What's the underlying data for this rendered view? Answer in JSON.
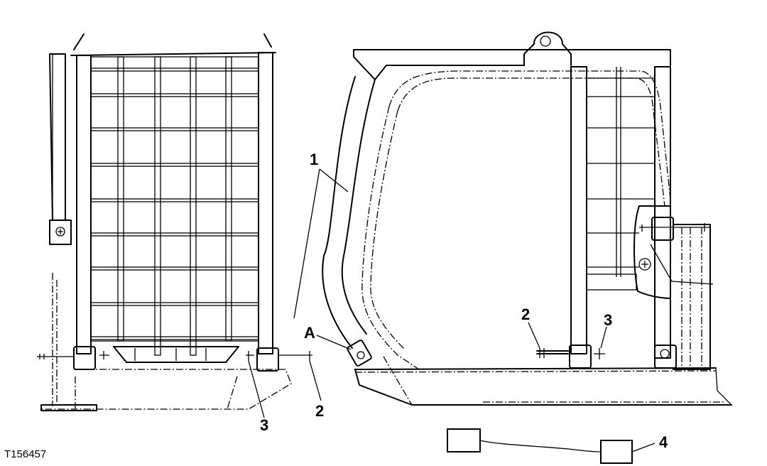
{
  "callouts": {
    "frame": "1",
    "pin": "2",
    "clip": "3",
    "bolt_point": "A",
    "component": "4"
  },
  "figure_id": "T156457"
}
